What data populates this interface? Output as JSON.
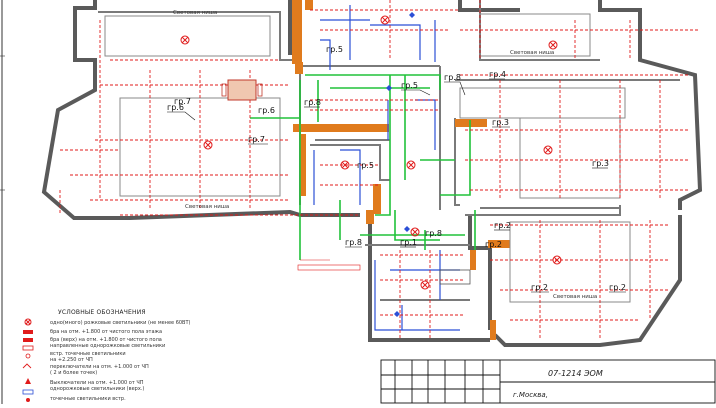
{
  "drawing": {
    "group_labels": [
      {
        "id": "gr6",
        "text": "гр.6"
      },
      {
        "id": "gr7a",
        "text": "гр.7"
      },
      {
        "id": "gr7b",
        "text": "гр.7"
      },
      {
        "id": "gr6b",
        "text": "гр.6"
      },
      {
        "id": "gr8a",
        "text": "гр.8"
      },
      {
        "id": "gr5a",
        "text": "гр.5"
      },
      {
        "id": "gr5b",
        "text": "гр.5"
      },
      {
        "id": "gr8b",
        "text": "гр.8"
      },
      {
        "id": "gr4",
        "text": "гр.4"
      },
      {
        "id": "gr3a",
        "text": "гр.3"
      },
      {
        "id": "gr3b",
        "text": "гр.3"
      },
      {
        "id": "gr5c",
        "text": "гр.5"
      },
      {
        "id": "gr8c",
        "text": "гр.8"
      },
      {
        "id": "gr1",
        "text": "гр.1"
      },
      {
        "id": "gr8d",
        "text": "гр.8"
      },
      {
        "id": "gr2a",
        "text": "гр.2"
      },
      {
        "id": "gr2b",
        "text": "гр.2"
      },
      {
        "id": "gr2c",
        "text": "гр.2"
      },
      {
        "id": "gr2d",
        "text": "гр.2"
      }
    ],
    "niche_labels": [
      {
        "id": "n1",
        "text": "Световая ниша"
      },
      {
        "id": "n2",
        "text": "Световая ниша"
      },
      {
        "id": "n3",
        "text": "Световая ниша"
      },
      {
        "id": "n4",
        "text": "Световая ниша"
      }
    ]
  },
  "legend": {
    "title": "УСЛОВНЫЕ ОБОЗНАЧЕНИЯ",
    "items": [
      {
        "text": "одно(много) рожковые светильники (не менее 60ВТ)"
      },
      {
        "text": "бра на отм. +1.800 от чистого пола этажа"
      },
      {
        "text": "бра (верх) на отм. +1.800 от чистого пола"
      },
      {
        "text": "направленные однорожковые светильники"
      },
      {
        "text": "встр. точечные светильники"
      },
      {
        "text": "на +2.250 от ЧП"
      },
      {
        "text": "переключатели на отм. +1.000 от ЧП"
      },
      {
        "text": "( 2 и более точек)"
      },
      {
        "text": "Выключатели на отм. +1.000 от ЧП"
      },
      {
        "text": "однорожковые светильники (верх.)"
      },
      {
        "text": "точечные светильники встр."
      }
    ]
  },
  "stamp": {
    "code": "07-1214 ЭОМ",
    "city": "г.Москва,"
  },
  "colors": {
    "wall": "#5a5a5a",
    "wiring_red": "#e01b1b",
    "wiring_green": "#21c23a",
    "wiring_blue": "#2b4fd6",
    "column": "#e07b1d",
    "niche": "#8a8a8a"
  }
}
